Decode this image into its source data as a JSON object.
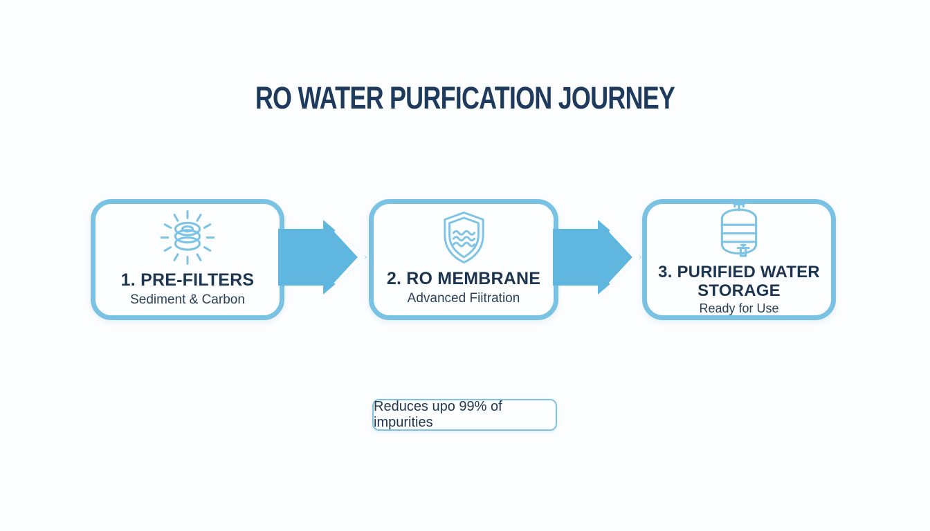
{
  "title": "RO WATER PURFICATION JOURNEY",
  "steps": [
    {
      "heading": "1. PRE-FILTERS",
      "subheading": "Sediment & Carbon",
      "icon": "filter-stack-icon"
    },
    {
      "heading": "2. RO MEMBRANE",
      "subheading": "Advanced Fiitration",
      "icon": "shield-water-icon"
    },
    {
      "heading": "3. PURIFIED WATER STORAGE",
      "subheading": "Ready for Use",
      "icon": "storage-tank-icon"
    }
  ],
  "badge": {
    "label": "Reduces upo 99% of impurities"
  },
  "colors": {
    "background": "#FCFDFE",
    "card_border_blue": "#79C2E4",
    "arrow_blue": "#5FB7DF",
    "icon_blue": "#7CC3E6",
    "title_navy": "#1E3A5C",
    "text_navy": "#1C3550"
  }
}
